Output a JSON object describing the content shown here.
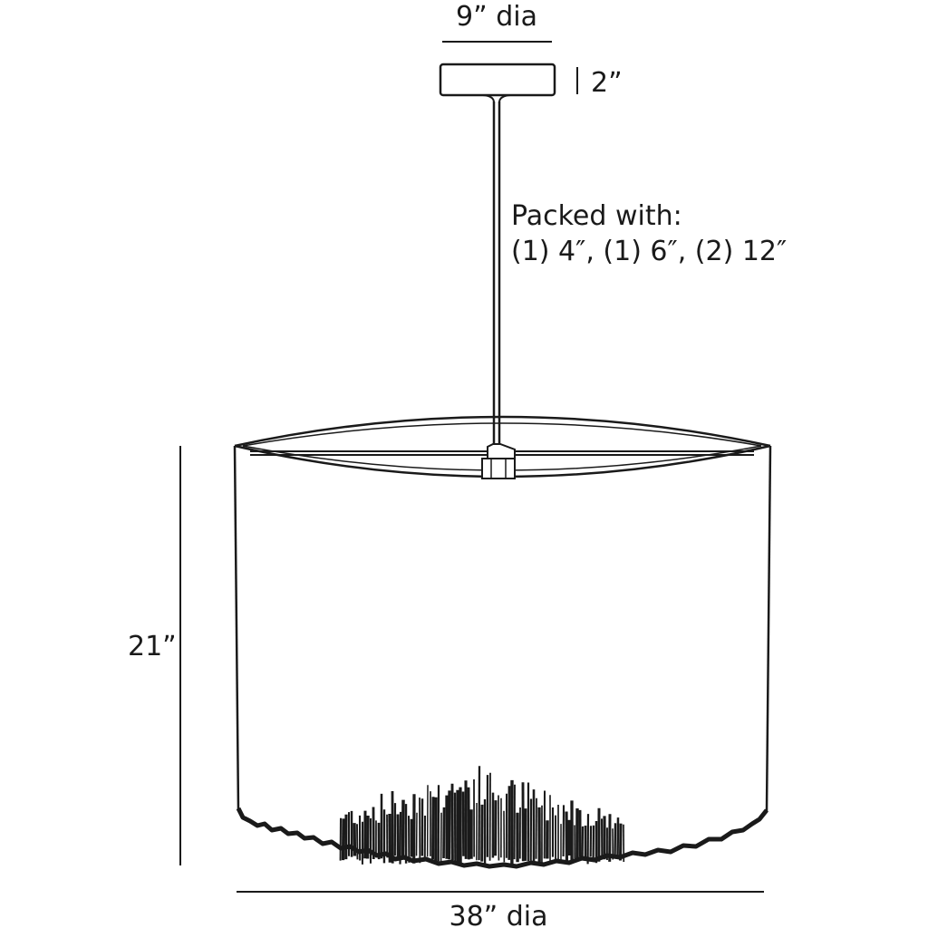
{
  "dimensions": {
    "canopy_diameter": "9” dia",
    "canopy_height": "2”",
    "overall_height": "21”",
    "shade_diameter": "38” dia"
  },
  "note": {
    "line1": "Packed with:",
    "line2": "(1) 4″, (1) 6″, (2) 12″"
  },
  "colors": {
    "line": "#1a1a1a",
    "background": "#ffffff"
  }
}
